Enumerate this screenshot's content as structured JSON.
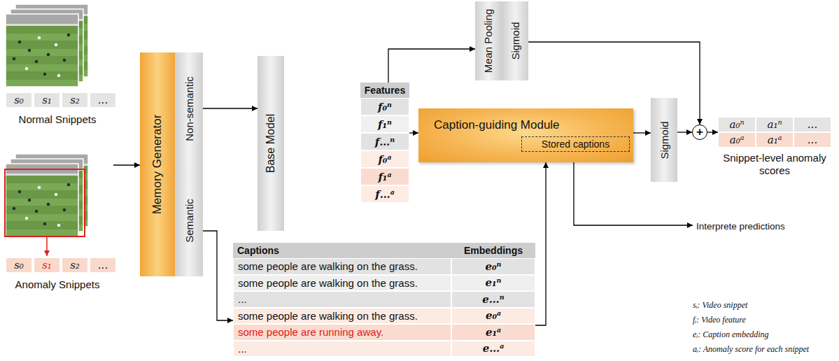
{
  "diagram": {
    "nodes": [
      {
        "text": [
          "Memory Generator"
        ]
      },
      {
        "text": [
          "Non-semantic"
        ]
      },
      {
        "text": [
          "Semantic"
        ]
      },
      {
        "text": [
          "Base Model"
        ]
      },
      {
        "text": [
          "Features"
        ]
      },
      {
        "text": [
          "Mean Pooling"
        ]
      },
      {
        "text": [
          "Sigmoid"
        ]
      },
      {
        "text": [
          "Caption-guiding Module"
        ]
      },
      {
        "text": [
          "Stored captions"
        ],
        "in": 7
      },
      {
        "text": [
          "Sigmoid"
        ]
      },
      {
        "text": [
          "+"
        ]
      },
      {
        "text": [
          "Snippet-level anomaly scores"
        ]
      },
      {
        "text": [
          "Captions",
          "Embeddings"
        ]
      }
    ],
    "edges": [
      {
        "from": 1,
        "to": 3,
        "arrow": "to"
      },
      {
        "from": 2,
        "to": 12,
        "arrow": "to"
      },
      {
        "from": 4,
        "to": 7,
        "arrow": "to"
      },
      {
        "from": 4,
        "to": 5,
        "arrow": "to"
      },
      {
        "from": 6,
        "to": 10,
        "arrow": "to"
      },
      {
        "from": 7,
        "to": 9,
        "arrow": "to"
      },
      {
        "from": 9,
        "to": 10,
        "arrow": "to"
      },
      {
        "from": 10,
        "to": 11,
        "arrow": "to"
      },
      {
        "from": 12,
        "to": 7,
        "arrow": "to"
      }
    ],
    "labels": [
      "s₀",
      "s₁",
      "s₂",
      "...",
      "Normal Snippets",
      "s₀",
      "s₁",
      "s₂",
      "...",
      "Anomaly Snippets",
      "f₀ⁿ",
      "f₁ⁿ",
      "f…ⁿ",
      "f₀ᵃ",
      "f₁ᵃ",
      "f…ᵃ",
      "some people are walking on the grass.",
      "e₀ⁿ",
      "some people are walking on the grass.",
      "e₁ⁿ",
      "...",
      "e…ⁿ",
      "some people are walking on the grass.",
      "e₀ᵃ",
      "some people are running away.",
      "e₁ᵃ",
      "...",
      "e…ᵃ",
      "Interprete predictions",
      "a₀ⁿ",
      "a₁ⁿ",
      "...",
      "a₀ᵃ",
      "a₁ᵃ",
      "...",
      "sᵢ: Video snippet",
      "fᵢ: Video feature",
      "eᵢ: Caption embedding",
      "aᵢ: Anomaly score for each snippet"
    ]
  }
}
